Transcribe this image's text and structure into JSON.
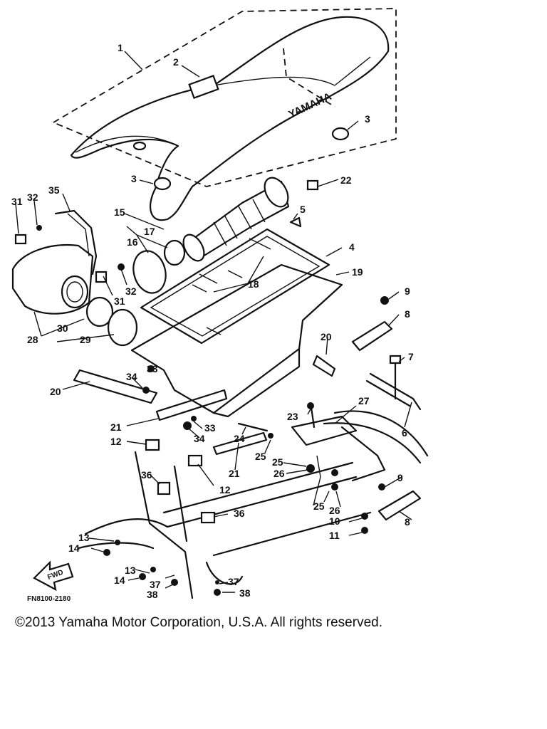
{
  "diagram": {
    "seat_brand_text": "YAMAHA",
    "drawing_code": "FN8100-2180",
    "forward_arrow_text": "FWD",
    "callouts": [
      "1",
      "2",
      "3",
      "3",
      "4",
      "5",
      "6",
      "7",
      "8",
      "8",
      "9",
      "9",
      "10",
      "11",
      "12",
      "12",
      "13",
      "13",
      "14",
      "14",
      "15",
      "16",
      "17",
      "18",
      "19",
      "20",
      "20",
      "21",
      "21",
      "22",
      "23",
      "24",
      "25",
      "25",
      "25",
      "26",
      "26",
      "27",
      "28",
      "29",
      "30",
      "31",
      "31",
      "32",
      "32",
      "33",
      "33",
      "34",
      "34",
      "35",
      "36",
      "36",
      "37",
      "37",
      "38",
      "38"
    ]
  },
  "footer": {
    "copyright": "©2013 Yamaha Motor Corporation, U.S.A. All rights reserved."
  }
}
